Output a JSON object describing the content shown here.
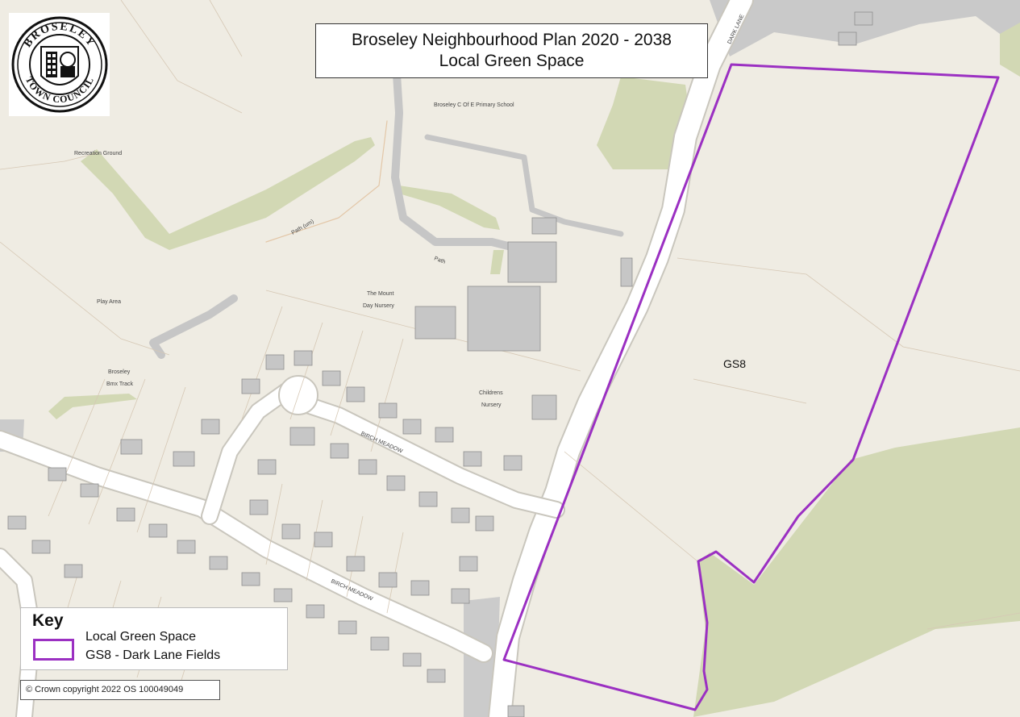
{
  "title": {
    "line1": "Broseley Neighbourhood Plan 2020 - 2038",
    "line2": "Local Green Space"
  },
  "logo": {
    "text_top": "BROSELEY",
    "text_bottom": "TOWN COUNCIL"
  },
  "key": {
    "heading": "Key",
    "entry_line1": "Local Green Space",
    "entry_line2": "GS8 - Dark Lane Fields",
    "boundary_color": "#9b30c2"
  },
  "copyright": "© Crown copyright 2022 OS 100049049",
  "area_label": "GS8",
  "map_labels": {
    "school": "Broseley C Of E Primary School",
    "recreation": "Recreation Ground",
    "path_um": "Path (um)",
    "path": "Path",
    "mount_line1": "The Mount",
    "mount_line2": "Day Nursery",
    "play_area": "Play Area",
    "bmx_line1": "Broseley",
    "bmx_line2": "Bmx Track",
    "childrens_line1": "Childrens",
    "childrens_line2": "Nursery",
    "birch_meadow_1": "BIRCH MEADOW",
    "birch_meadow_2": "BIRCH MEADOW",
    "dark_lane": "DARK LANE"
  },
  "colors": {
    "land": "#efece3",
    "green": "#d2d8b4",
    "road": "#ffffff",
    "road_edge": "#c9c6bd",
    "building": "#c6c6c6",
    "building_edge": "#8e8e8e",
    "boundary": "#9b30c2"
  }
}
